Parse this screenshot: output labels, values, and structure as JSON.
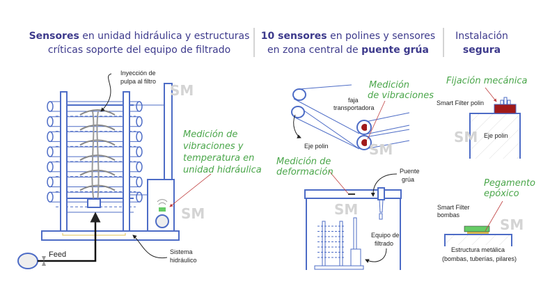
{
  "headers": {
    "left": {
      "bold": "Sensores",
      "line1_rest": " en unidad hidráulica y estructuras",
      "line2": "críticas soporte del equipo de filtrado"
    },
    "middle": {
      "bold": "10 sensores",
      "line1_rest": " en polines y sensores",
      "line2_pre": "en zona central de ",
      "line2_bold": "puente grúa"
    },
    "right": {
      "line1": "Instalación",
      "line2": "segura"
    }
  },
  "left": {
    "injection": [
      "Inyección de",
      "pulpa al filtro"
    ],
    "measure": [
      "Medición de",
      "vibraciones y",
      "temperatura en",
      "unidad hidráulica"
    ],
    "feed": "Feed",
    "hydraulic": [
      "Sistema",
      "hidráulico"
    ]
  },
  "middle": {
    "belt": [
      "faja",
      "transportadora"
    ],
    "vib": [
      "Medición",
      "de vibraciones"
    ],
    "axle": "Eje polin",
    "deform": [
      "Medición de",
      "deformación"
    ],
    "crane": [
      "Puente",
      "grúa"
    ],
    "equipment": [
      "Equipo de",
      "filtrado"
    ]
  },
  "right": {
    "fix": "Fijación mecánica",
    "sf_polin": "Smart Filter polin",
    "axle": "Eje polin",
    "glue": [
      "Pegamento",
      "epóxico"
    ],
    "sf_pumps": [
      "Smart Filter",
      "bombas"
    ],
    "structure": [
      "Estructura metálica",
      "(bombas, tuberías, pilares)"
    ]
  },
  "watermark": "SM",
  "colors": {
    "accent": "#3d3a8c",
    "green": "#4aa64a",
    "blue": "#4d6cc6",
    "sensor": "#a01a1a"
  }
}
